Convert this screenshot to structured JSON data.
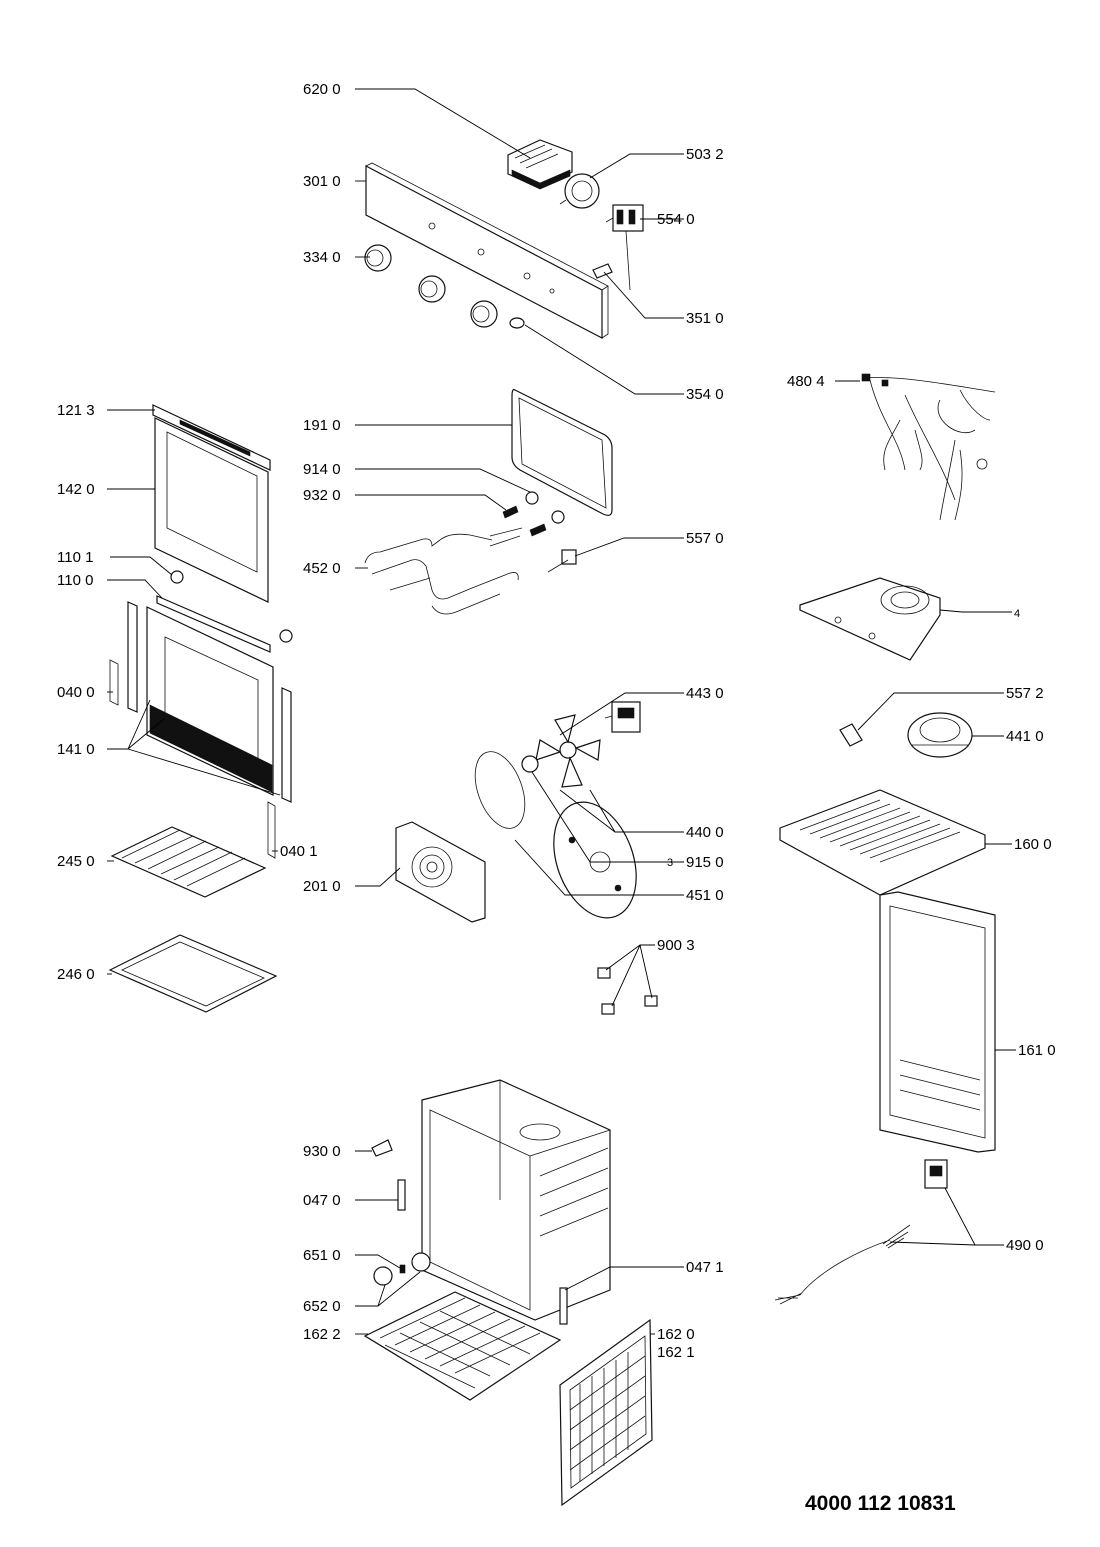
{
  "labels": {
    "p6200": "620 0",
    "p5032": "503 2",
    "p3010": "301 0",
    "p5540": "554 0",
    "p3340": "334 0",
    "p3510": "351 0",
    "p3540": "354 0",
    "p4804": "480 4",
    "p1213": "121 3",
    "p1910": "191 0",
    "p1420": "142 0",
    "p9140": "914 0",
    "p9320": "932 0",
    "p5570": "557 0",
    "p1101": "110 1",
    "p4520": "452 0",
    "p1100": "110 0",
    "p4": "4",
    "p0400": "040 0",
    "p4430": "443 0",
    "p5572": "557 2",
    "p4410": "441 0",
    "p1410": "141 0",
    "p4400": "440 0",
    "p1600": "160 0",
    "p2450": "245 0",
    "p0401": "040 1",
    "p9150": "915 0",
    "p2010": "201 0",
    "p4510": "451 0",
    "p9003": "900 3",
    "p2460": "246 0",
    "p3": "3",
    "p1610": "161 0",
    "p9300": "930 0",
    "p0470": "047 0",
    "p4900": "490 0",
    "p6510": "651 0",
    "p0471": "047 1",
    "p6520": "652 0",
    "p1620": "162 0",
    "p1622": "162 2",
    "p1621": "162 1"
  },
  "document_number": "4000 112 10831"
}
